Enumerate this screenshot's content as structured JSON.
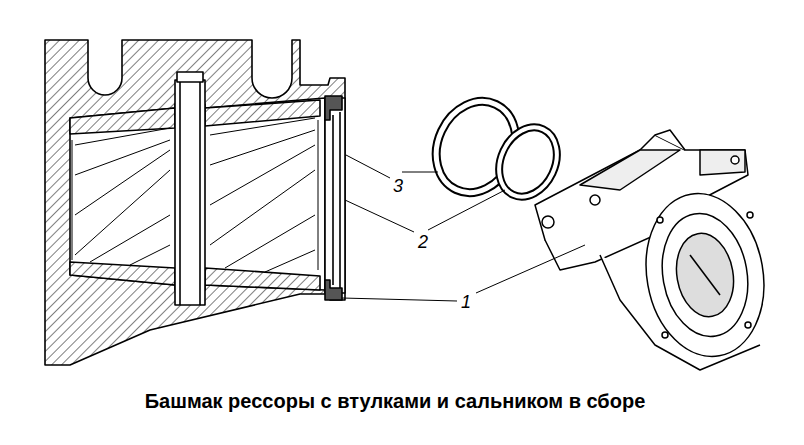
{
  "diagram": {
    "caption": "Башмак рессоры с втулками и сальником в сборе",
    "labels": [
      "3",
      "2",
      "1"
    ]
  }
}
